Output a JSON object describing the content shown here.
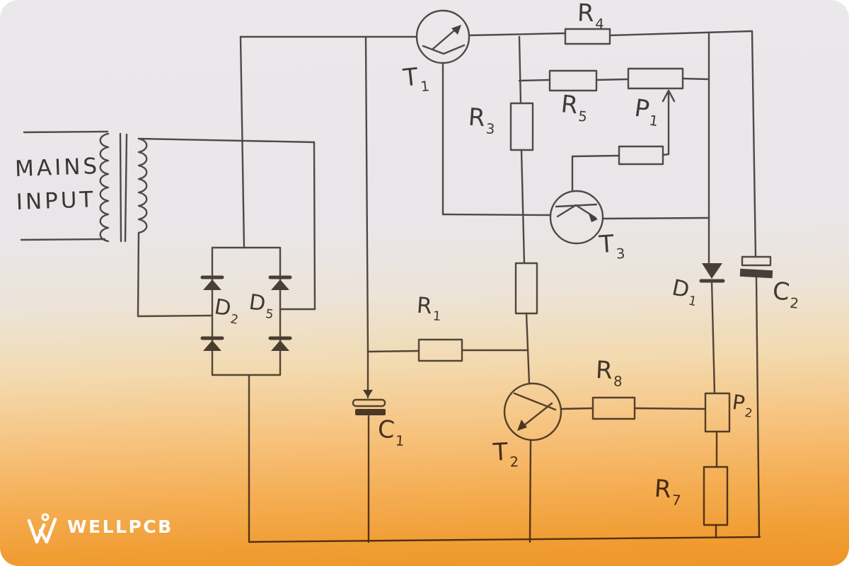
{
  "mains": {
    "line1": "MAINS",
    "line2": "INPUT"
  },
  "components": {
    "t1": {
      "main": "T",
      "sub": "1"
    },
    "t2": {
      "main": "T",
      "sub": "2"
    },
    "t3": {
      "main": "T",
      "sub": "3"
    },
    "r1": {
      "main": "R",
      "sub": "1"
    },
    "r3": {
      "main": "R",
      "sub": "3"
    },
    "r4": {
      "main": "R",
      "sub": "4"
    },
    "r5": {
      "main": "R",
      "sub": "5"
    },
    "r7": {
      "main": "R",
      "sub": "7"
    },
    "r8": {
      "main": "R",
      "sub": "8"
    },
    "p1": {
      "main": "P",
      "sub": "1"
    },
    "p2": {
      "main": "P",
      "sub": "2"
    },
    "c1": {
      "main": "C",
      "sub": "1"
    },
    "c2": {
      "main": "C",
      "sub": "2"
    },
    "d1": {
      "main": "D",
      "sub": "1"
    },
    "d2": {
      "main": "D",
      "sub": "2"
    },
    "d5": {
      "main": "D",
      "sub": "5"
    }
  },
  "watermark": {
    "brand": "WELLPCB"
  },
  "colors": {
    "ink": "#4d4641",
    "paper_top": "#e9e6e9",
    "paper_bottom": "#ee9527",
    "watermark_text": "#ffffff"
  }
}
